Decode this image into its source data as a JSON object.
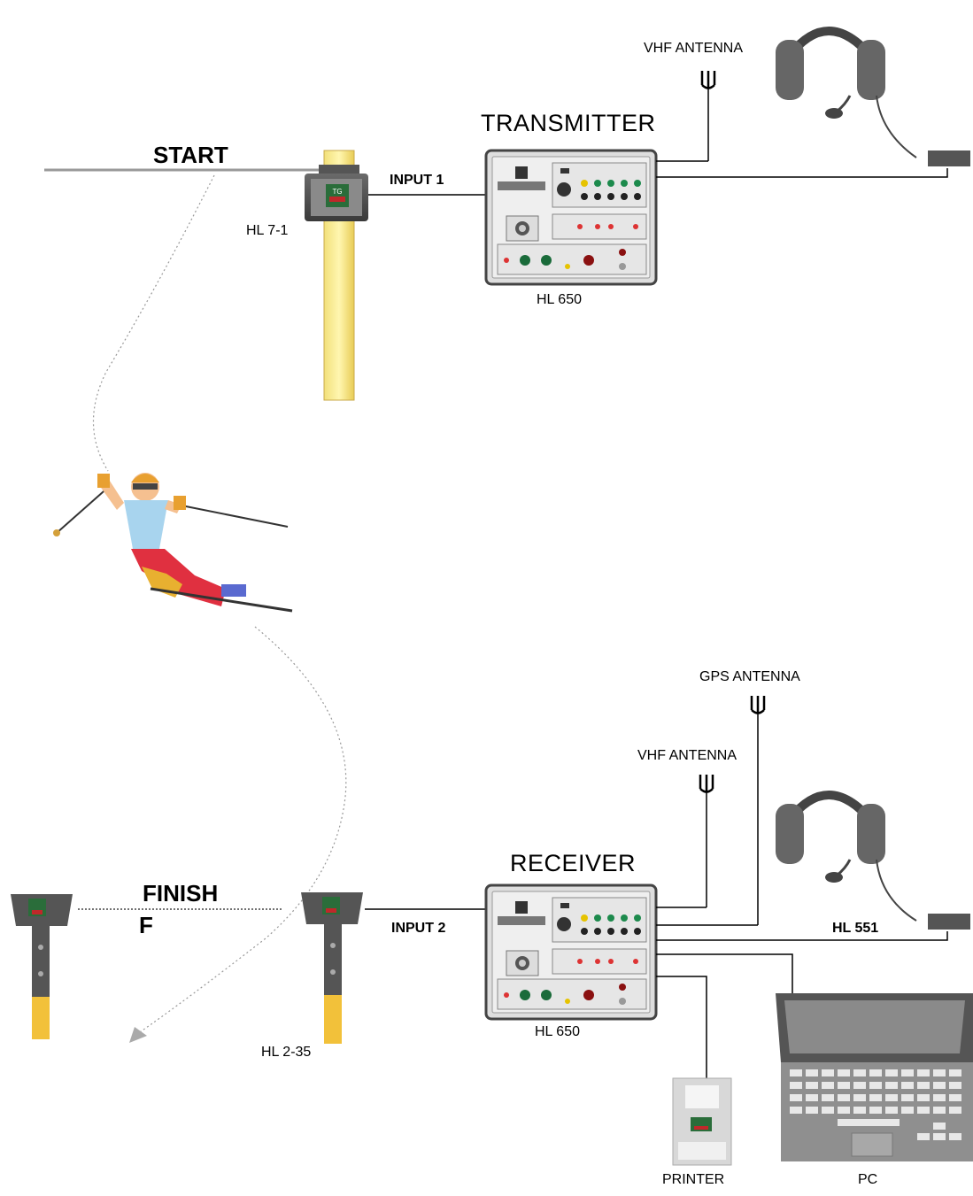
{
  "labels": {
    "start": "START",
    "finish": "FINISH",
    "finish_f": "F",
    "transmitter": "TRANSMITTER",
    "receiver": "RECEIVER",
    "vhf_antenna_top": "VHF ANTENNA",
    "vhf_antenna_bottom": "VHF ANTENNA",
    "gps_antenna": "GPS ANTENNA",
    "input1": "INPUT  1",
    "input2": "INPUT  2",
    "hl7_1": "HL 7-1",
    "hl650_top": "HL 650",
    "hl650_bottom": "HL 650",
    "hl2_35": "HL 2-35",
    "hl551": "HL 551",
    "printer": "PRINTER",
    "pc": "PC"
  },
  "icons": [
    "antenna-icon",
    "headset-icon",
    "start-gate-icon",
    "photocell-icon",
    "skier-icon",
    "printer-icon",
    "laptop-icon",
    "timer-unit-icon"
  ]
}
